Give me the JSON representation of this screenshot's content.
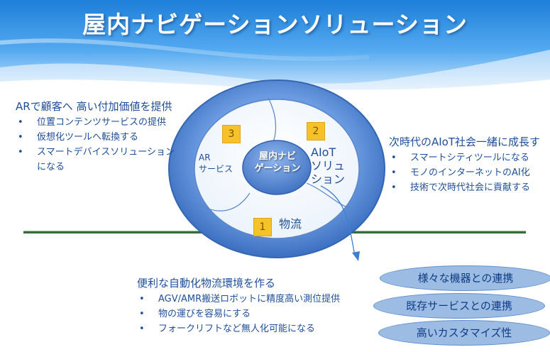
{
  "title": "屋内ナビゲーションソリューション",
  "diagram": {
    "center_line1": "屋内ナビ",
    "center_line2": "ゲーション",
    "segments": {
      "ar": {
        "number": "3",
        "line1": "AR",
        "line2": "サービス"
      },
      "aiot": {
        "number": "2",
        "line1": "AIoT",
        "line2": "ソリュ",
        "line3": "ション"
      },
      "logistics": {
        "number": "1",
        "label": "物流"
      }
    }
  },
  "left_panel": {
    "heading": "ARで顧客へ 高い付加価値を提供",
    "items": [
      "位置コンテンツサービスの提供",
      "仮想化ツールへ転換する",
      "スマートデバイスソリューション",
      "になる"
    ]
  },
  "right_panel": {
    "heading": "次時代のAIoT社会一緒に成長す",
    "items": [
      "スマートシティツールになる",
      "モノのインターネットのAI化",
      "技術で次時代社会に貢献する"
    ]
  },
  "bottom_panel": {
    "heading": "便利な自動化物流環境を作る",
    "items": [
      "AGV/AMR搬送ロボットに精度高い測位提供",
      "物の運びを容易にする",
      "フォークリフトなど無人化可能になる"
    ]
  },
  "pills": [
    "様々な機器との連携",
    "既存サービスとの連携",
    "高いカスタマイズ性"
  ],
  "colors": {
    "accent": "#1f4f9a",
    "ring": "#3f74c4",
    "badge": "#f6c22a",
    "pill": "#9cbce4"
  }
}
